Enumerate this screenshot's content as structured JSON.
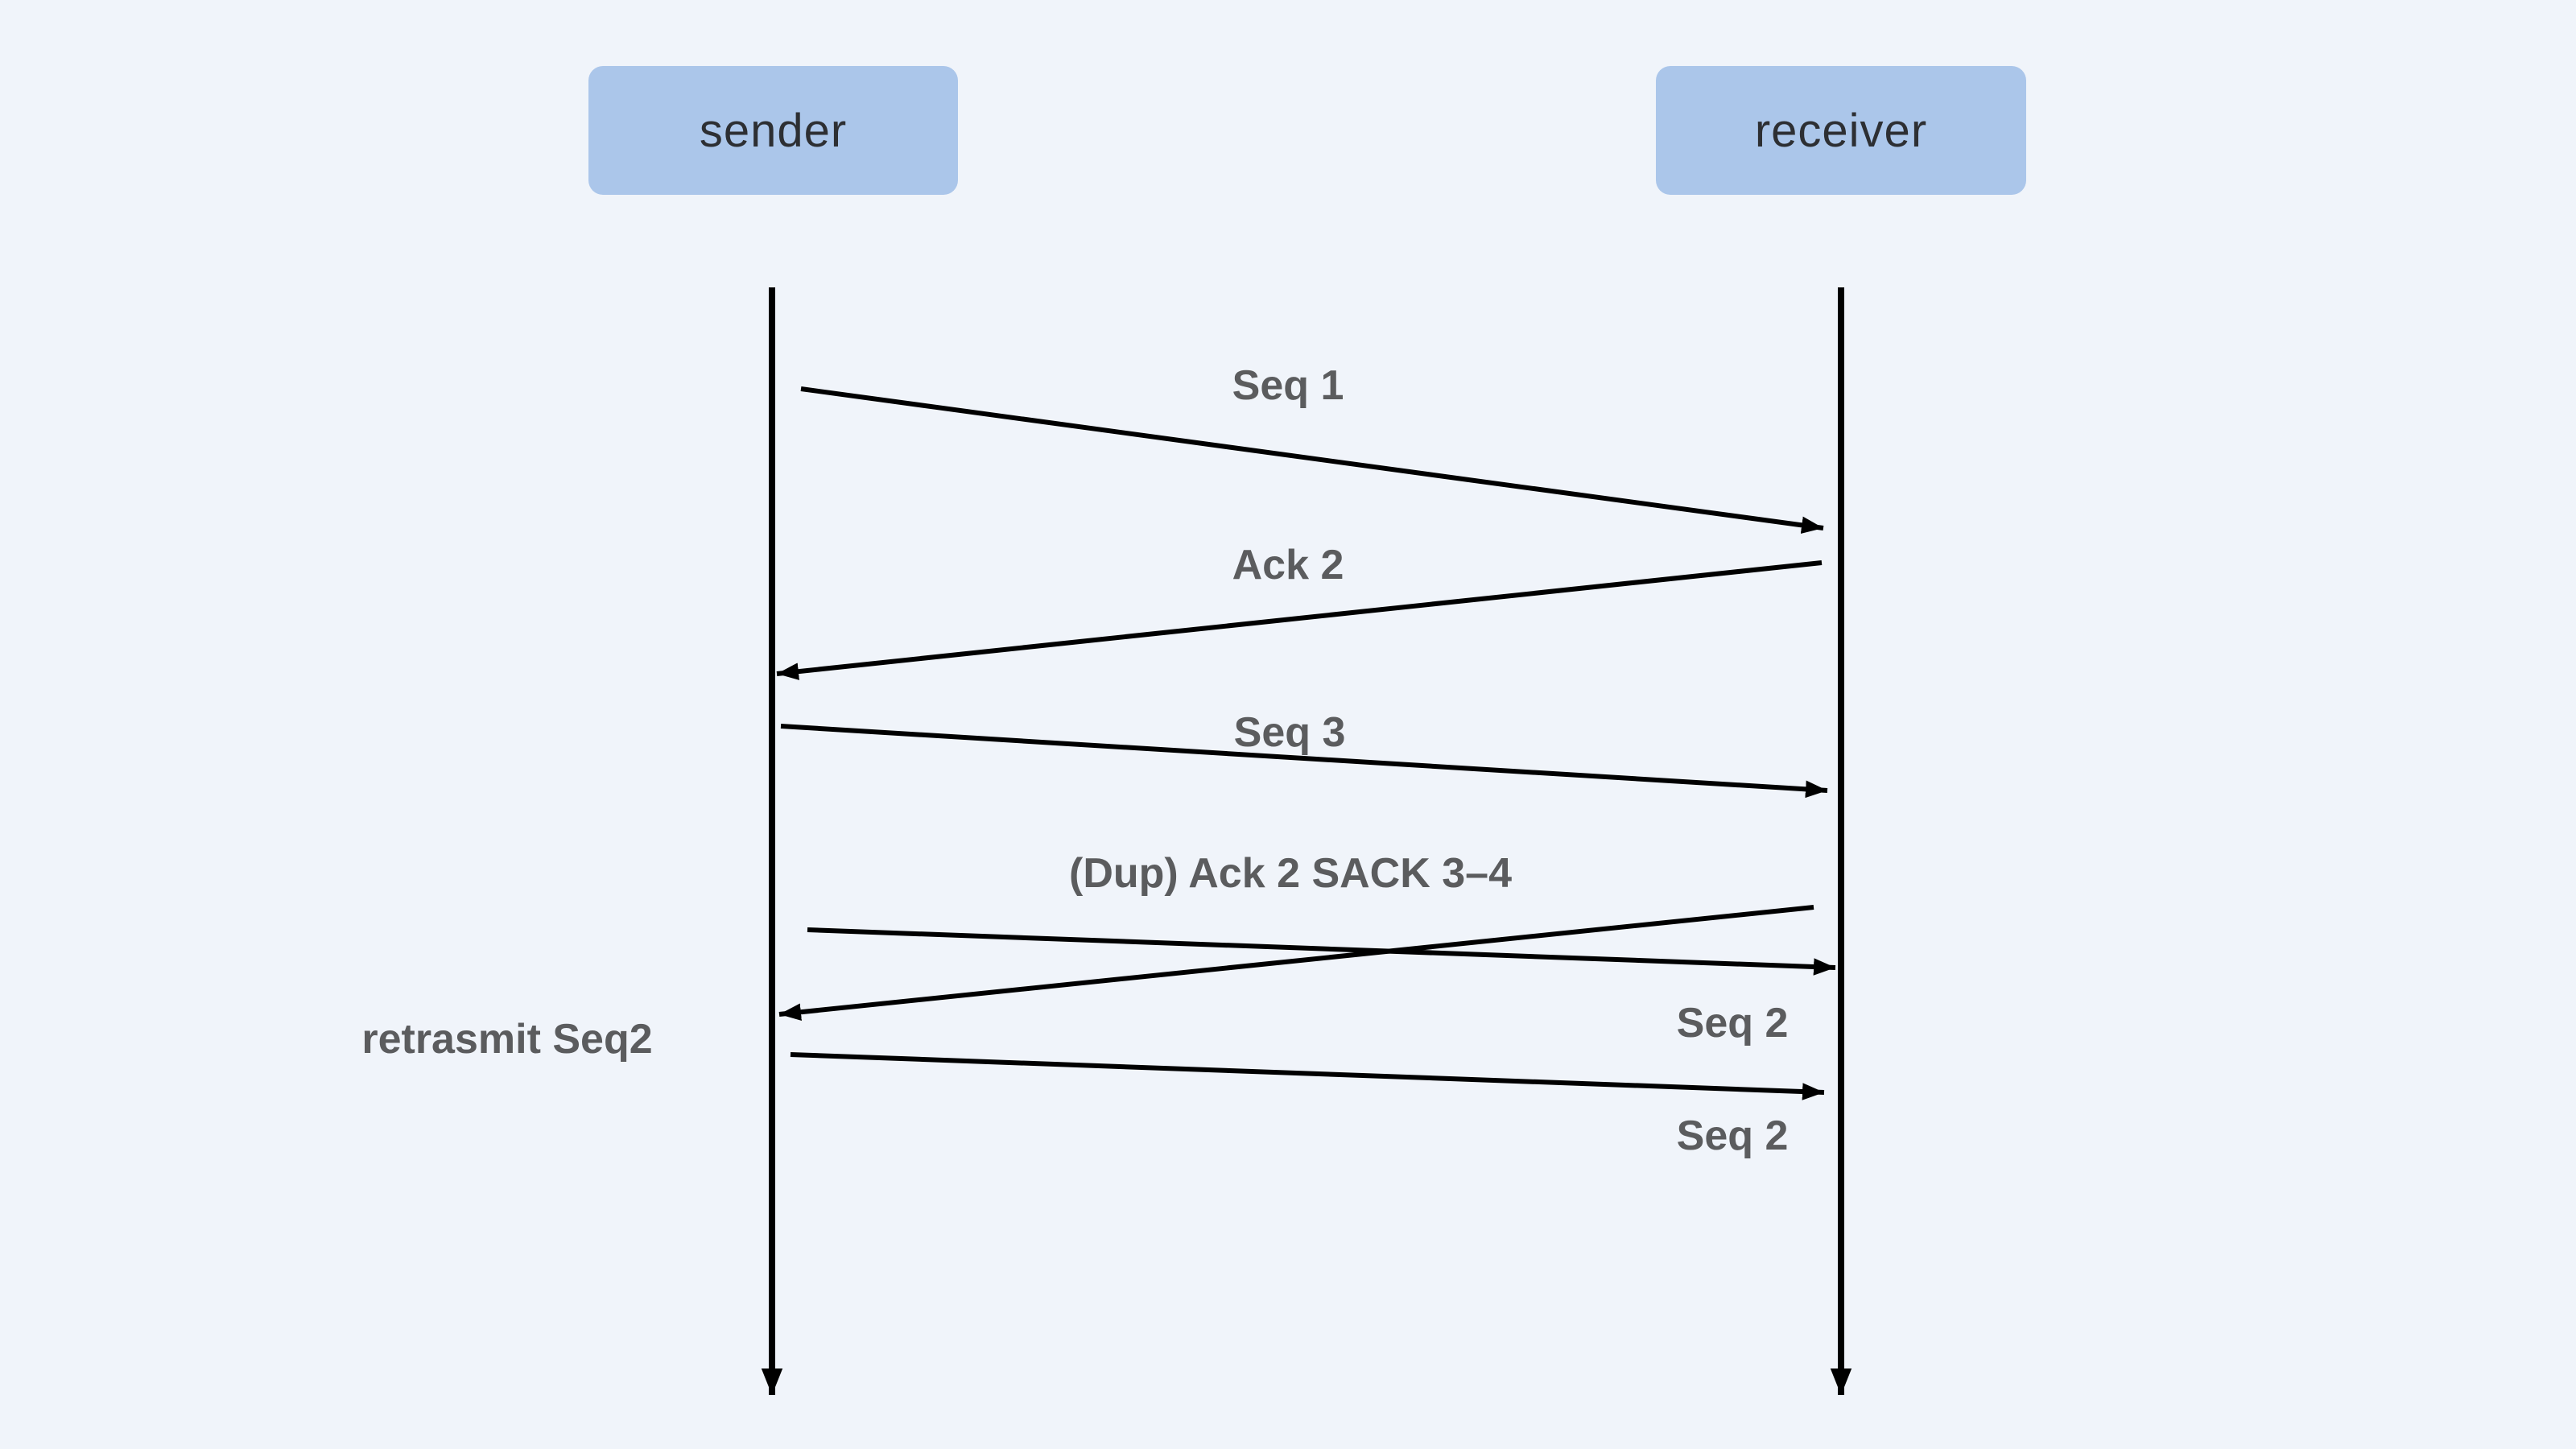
{
  "diagram": {
    "title_hint": "TCP SACK retransmission sequence diagram",
    "entities": [
      {
        "label": "sender"
      },
      {
        "label": "receiver"
      }
    ],
    "messages": [
      {
        "label": "Seq 1",
        "from": "sender",
        "to": "receiver"
      },
      {
        "label": "Ack 2",
        "from": "receiver",
        "to": "sender"
      },
      {
        "label": "Seq 3",
        "from": "sender",
        "to": "receiver"
      },
      {
        "label": "(Dup) Ack 2 SACK 3–4",
        "from": "receiver",
        "to": "sender"
      },
      {
        "label": "Seq 2",
        "from": "sender",
        "to": "receiver"
      },
      {
        "label": "Seq 2",
        "from": "sender",
        "to": "receiver"
      }
    ],
    "annotations": [
      {
        "label": "retrasmit Seq2"
      }
    ],
    "colors": {
      "background": "#f0f4fa",
      "entity_fill": "#abc6ea",
      "entity_text": "#2d2f33",
      "message_label": "#5b5c5e",
      "line": "#000000"
    }
  }
}
